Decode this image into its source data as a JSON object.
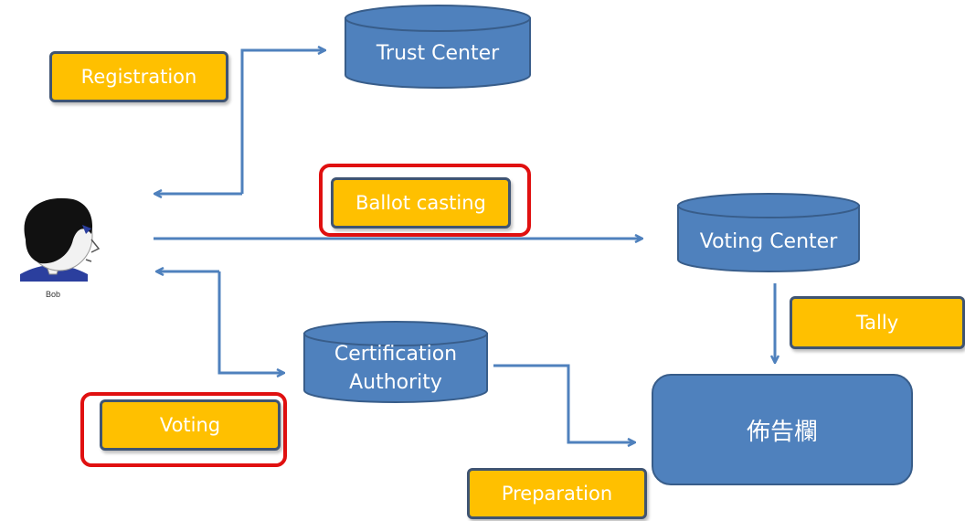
{
  "actor": {
    "name": "Bob"
  },
  "nodes": {
    "trust_center": "Trust Center",
    "voting_center": "Voting Center",
    "certification_authority_line1": "Certification",
    "certification_authority_line2": "Authority",
    "bulletin_board": "佈告欄"
  },
  "phases": {
    "registration": "Registration",
    "ballot_casting": "Ballot casting",
    "tally": "Tally",
    "voting": "Voting",
    "preparation": "Preparation"
  },
  "colors": {
    "phase_fill": "#FFC000",
    "node_fill": "#4F81BD",
    "arrow": "#4F81BD",
    "highlight": "#E01010"
  }
}
